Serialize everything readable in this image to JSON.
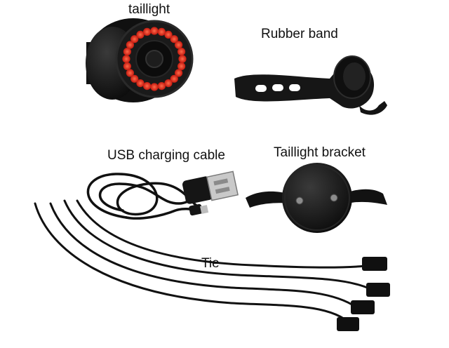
{
  "labels": {
    "taillight": "taillight",
    "rubber_band": "Rubber band",
    "usb_cable": "USB charging cable",
    "bracket": "Taillight bracket",
    "tie": "Tie"
  },
  "colors": {
    "background": "#ffffff",
    "body": "#141414",
    "led_red": "#e0261b",
    "led_glow": "#ff5a3c",
    "metal": "#9a9a9a"
  }
}
